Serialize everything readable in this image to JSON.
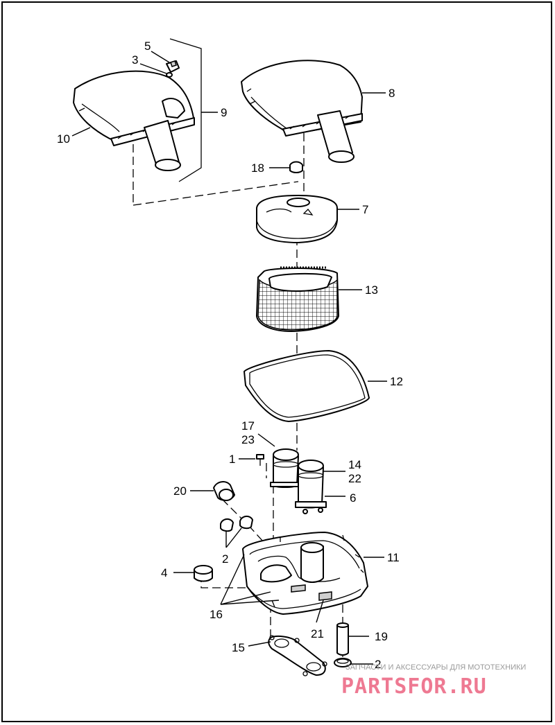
{
  "callouts": {
    "c5": "5",
    "c3": "3",
    "c9": "9",
    "c10": "10",
    "c8": "8",
    "c18": "18",
    "c7": "7",
    "c13": "13",
    "c12": "12",
    "c17": "17",
    "c23": "23",
    "c1": "1",
    "c14": "14",
    "c22": "22",
    "c6": "6",
    "c20": "20",
    "c2a": "2",
    "c11": "11",
    "c4": "4",
    "c16": "16",
    "c21": "21",
    "c19": "19",
    "c15": "15",
    "c2b": "2"
  },
  "watermark": {
    "text": "ЗАПЧАСТИ И АКСЕССУАРЫ ДЛЯ МОТОТЕХНИКИ",
    "logo": "PARTSFOR.RU",
    "logo_color": "#e84c6e"
  },
  "colors": {
    "line": "#000000",
    "background": "#ffffff",
    "frame": "#000000"
  }
}
